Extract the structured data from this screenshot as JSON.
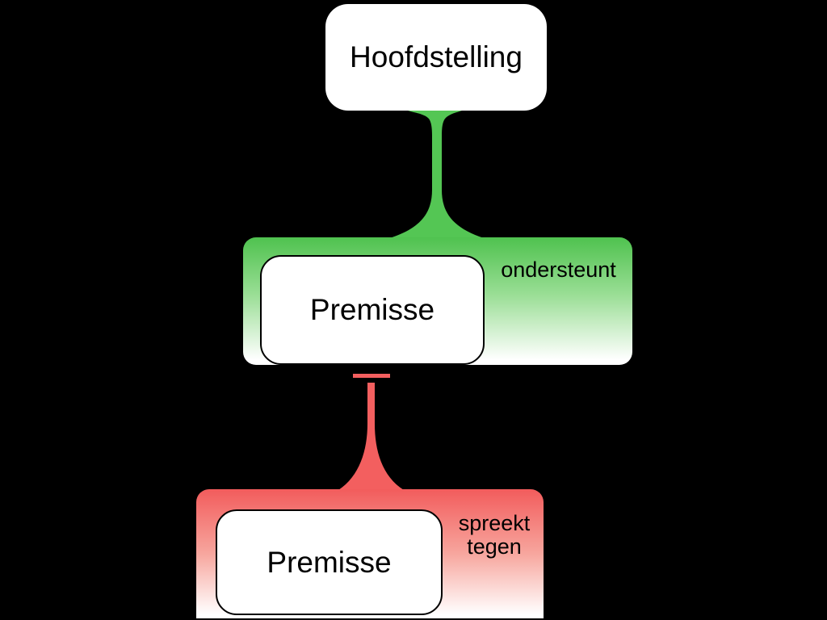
{
  "canvas": {
    "background_color": "#000000",
    "node_background_color": "#ffffff",
    "text_color": "#000000"
  },
  "main_claim": {
    "label": "Hoofdstelling"
  },
  "support": {
    "node_label": "Premisse",
    "relation_label": "ondersteunt",
    "accent_color": "#4fc24f",
    "connector_color": "#54c654"
  },
  "oppose": {
    "node_label": "Premisse",
    "relation_label": "spreekt tegen",
    "relation_lines": [
      "spreekt",
      "tegen"
    ],
    "accent_color": "#f25c5c",
    "connector_color": "#f35f5f"
  }
}
